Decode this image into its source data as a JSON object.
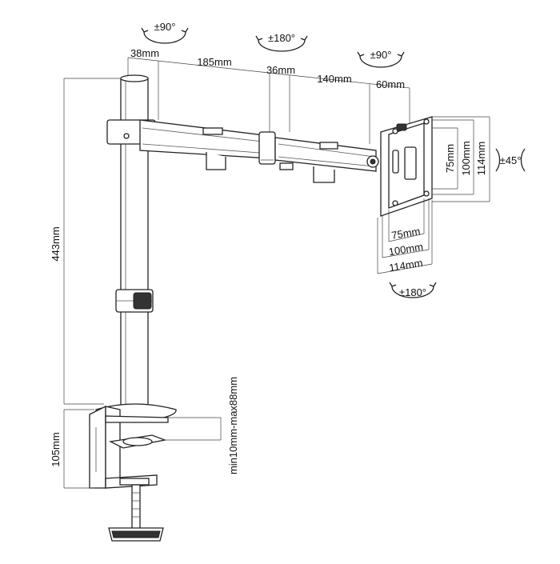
{
  "rotations": {
    "base_pivot": "±90°",
    "middle_pivot": "±180°",
    "head_pivot": "±90°",
    "tilt": "±45°",
    "swivel": "±180°"
  },
  "arm_dimensions": {
    "d1": "38mm",
    "d2": "185mm",
    "d3": "36mm",
    "d4": "140mm",
    "d5": "60mm"
  },
  "vesa_vertical": {
    "v75": "75mm",
    "v100": "100mm",
    "v114": "114mm"
  },
  "vesa_horizontal": {
    "h75": "75mm",
    "h100": "100mm",
    "h114": "114mm"
  },
  "pole_height": "443mm",
  "clamp_height": "105mm",
  "desk_thickness": "min10mm-max88mm"
}
